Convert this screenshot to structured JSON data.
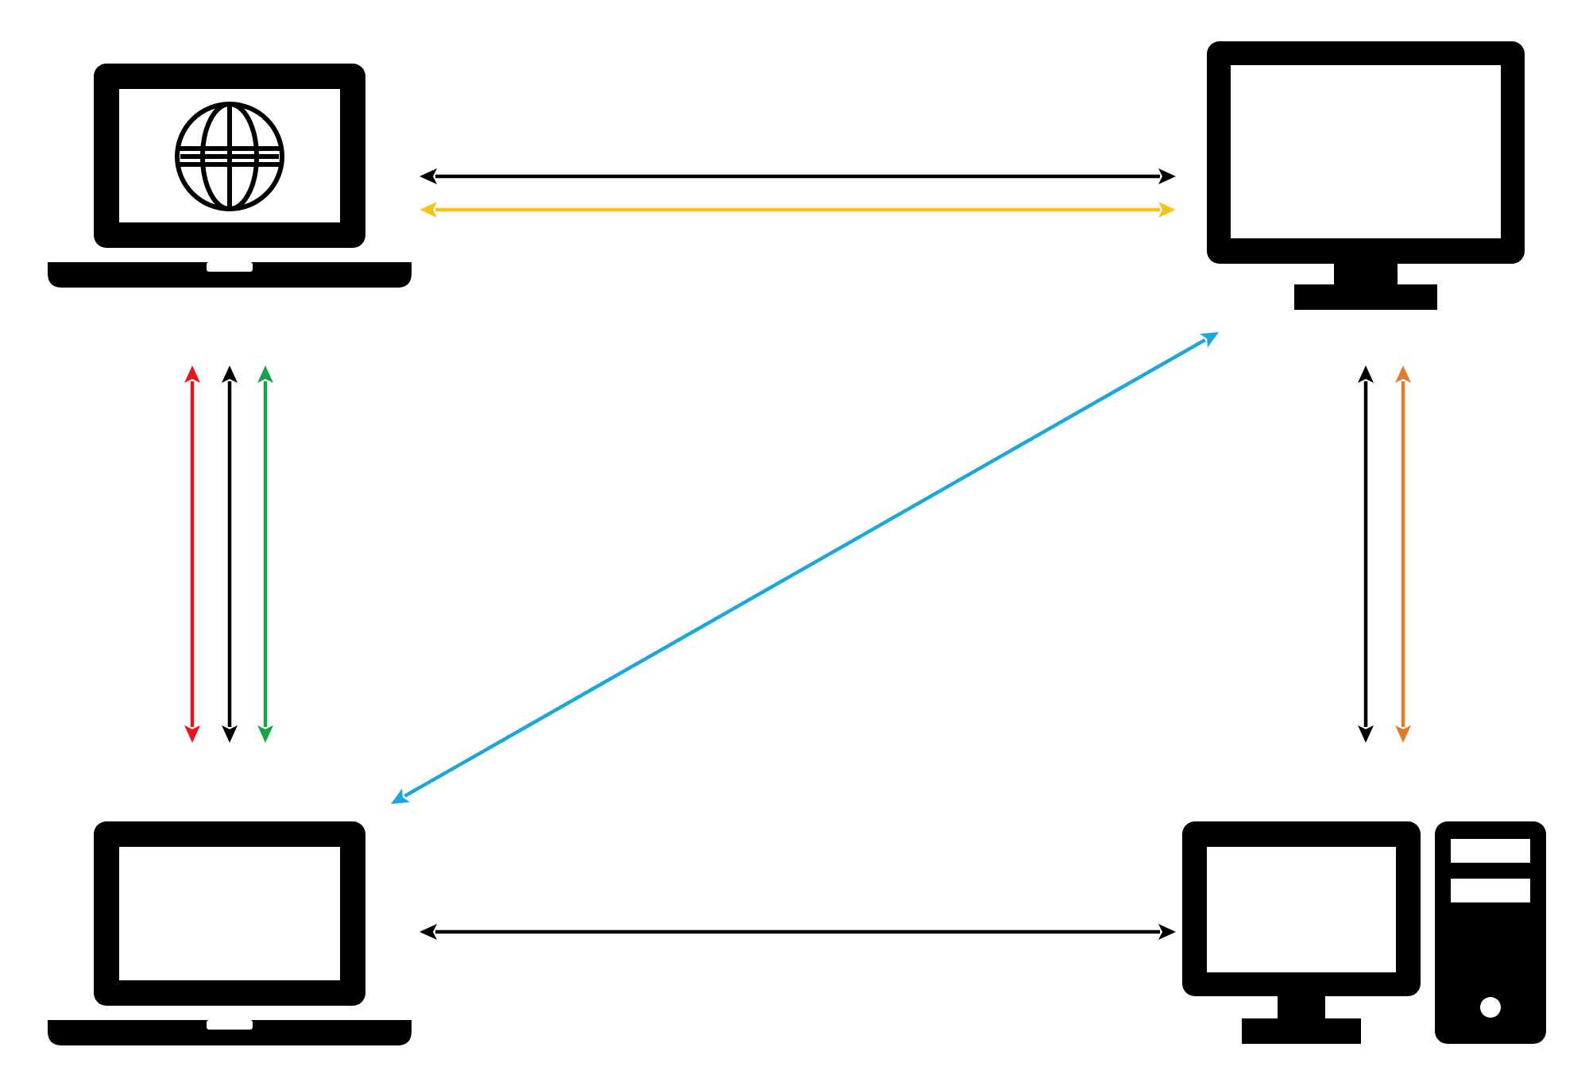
{
  "diagram": {
    "nodes": [
      {
        "id": "laptop-web",
        "icon": "laptop-globe-icon"
      },
      {
        "id": "monitor",
        "icon": "monitor-icon"
      },
      {
        "id": "laptop",
        "icon": "laptop-icon"
      },
      {
        "id": "desktop-tower",
        "icon": "desktop-tower-icon"
      }
    ],
    "links": [
      {
        "from": "laptop-web",
        "to": "monitor",
        "color": "#000000",
        "bidirectional": true
      },
      {
        "from": "laptop-web",
        "to": "monitor",
        "color": "#F5C518",
        "bidirectional": true
      },
      {
        "from": "laptop-web",
        "to": "laptop",
        "color": "#E8141B",
        "bidirectional": true
      },
      {
        "from": "laptop-web",
        "to": "laptop",
        "color": "#000000",
        "bidirectional": true
      },
      {
        "from": "laptop-web",
        "to": "laptop",
        "color": "#16A34A",
        "bidirectional": true
      },
      {
        "from": "monitor",
        "to": "laptop",
        "color": "#1AA7E0",
        "bidirectional": true
      },
      {
        "from": "monitor",
        "to": "desktop-tower",
        "color": "#000000",
        "bidirectional": true
      },
      {
        "from": "monitor",
        "to": "desktop-tower",
        "color": "#E07B30",
        "bidirectional": true
      },
      {
        "from": "laptop",
        "to": "desktop-tower",
        "color": "#000000",
        "bidirectional": true
      }
    ]
  }
}
